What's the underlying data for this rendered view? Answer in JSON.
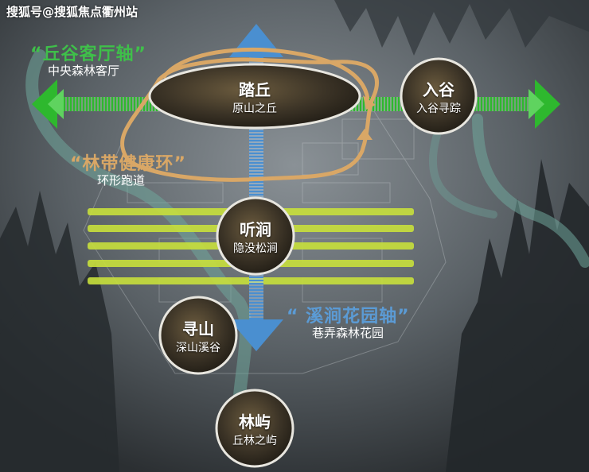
{
  "watermark": "搜狐号@搜狐焦点衢州站",
  "axes": {
    "hill_valley": {
      "title": "“丘谷客厅轴”",
      "subtitle": "中央森林客厅",
      "color": "#3fbf4a"
    },
    "forest_ring": {
      "title": "“林带健康环”",
      "subtitle": "环形跑道",
      "color": "#d9a766"
    },
    "stream_garden": {
      "title": "“ 溪涧花园轴”",
      "subtitle": "巷弄森林花园",
      "color": "#5b9bd5"
    }
  },
  "nodes": {
    "tagiu": {
      "title": "踏丘",
      "subtitle": "原山之丘"
    },
    "rugu": {
      "title": "入谷",
      "subtitle": "入谷寻踪"
    },
    "tingjian": {
      "title": "听涧",
      "subtitle": "隐没松涧"
    },
    "xunshan": {
      "title": "寻山",
      "subtitle": "深山溪谷"
    },
    "linyu": {
      "title": "林屿",
      "subtitle": "丘林之屿"
    }
  },
  "colors": {
    "green_arrow": "#2eb82e",
    "blue_arrow": "#4a8fd0",
    "tan_loop": "#d9a766",
    "lime_band": "#c8e03c",
    "node_fill": "#3b3326",
    "node_border": "#e8e6df"
  }
}
